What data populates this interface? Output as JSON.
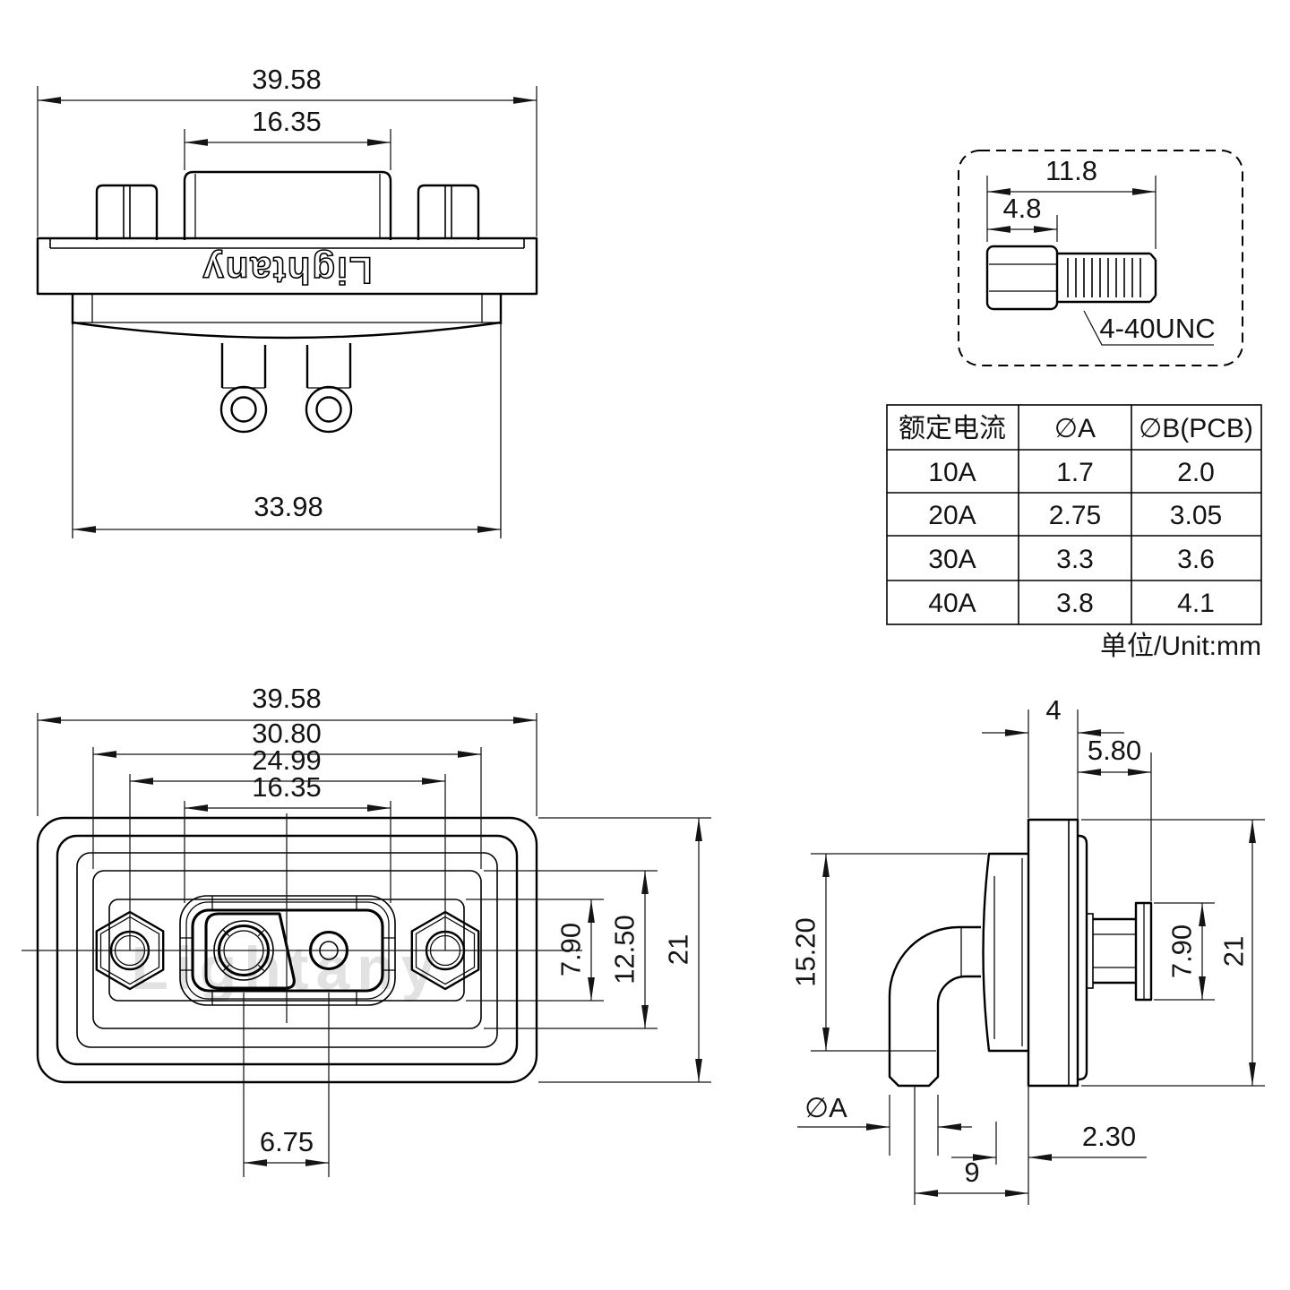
{
  "brand": "Lightany",
  "watermark": "Lightany",
  "unit_note": "单位/Unit:mm",
  "rear": {
    "overall": "39.58",
    "shell": "16.35",
    "body": "33.98"
  },
  "front": {
    "overall": "39.58",
    "flange": "30.80",
    "holes": "24.99",
    "shell": "16.35",
    "open_h": "7.90",
    "face_h": "12.50",
    "total_h": "21",
    "contacts": "6.75"
  },
  "side": {
    "flange_t": "4",
    "screw_len": "5.80",
    "insulator_h": "15.20",
    "nut_h": "7.90",
    "total_h": "21",
    "pin_dia": "∅A",
    "setback": "2.30",
    "pin_offset": "9"
  },
  "detail": {
    "len": "11.8",
    "head": "4.8",
    "thread": "4-40UNC"
  },
  "table": {
    "headers": [
      "额定电流",
      "∅A",
      "∅B(PCB)"
    ],
    "rows": [
      [
        "10A",
        "1.7",
        "2.0"
      ],
      [
        "20A",
        "2.75",
        "3.05"
      ],
      [
        "30A",
        "3.3",
        "3.6"
      ],
      [
        "40A",
        "3.8",
        "4.1"
      ]
    ]
  }
}
